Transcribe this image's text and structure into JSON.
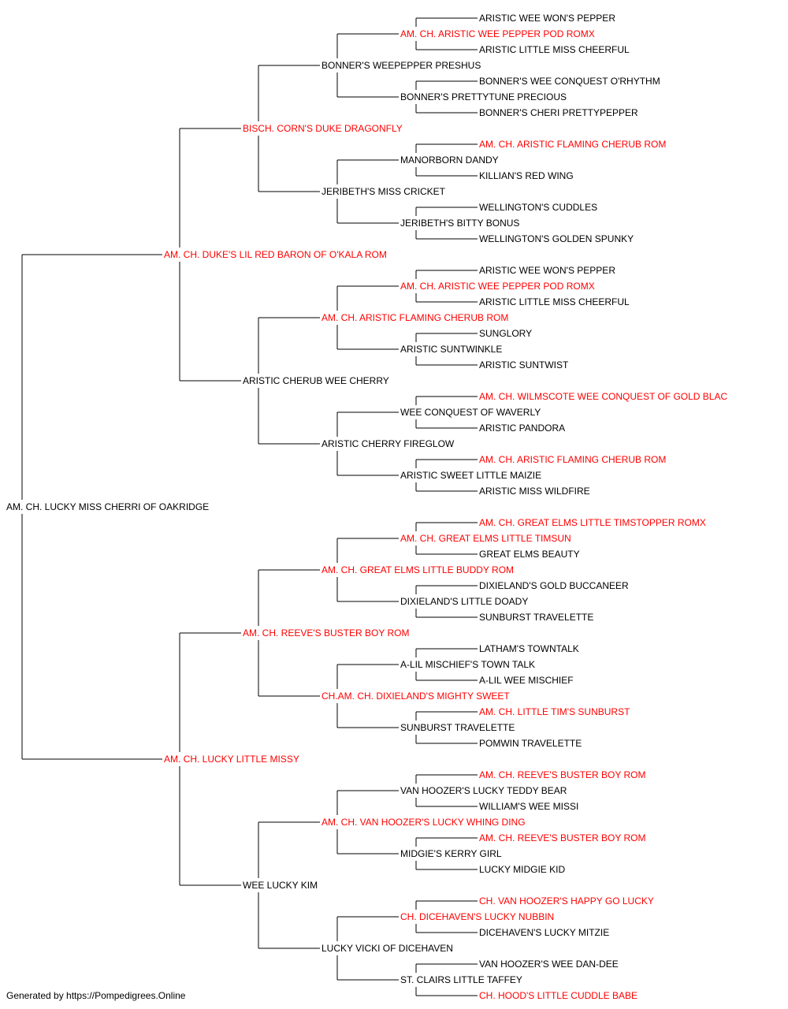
{
  "colors": {
    "champion": "#ff0000",
    "normal": "#000000",
    "line": "#000000"
  },
  "footer": "Generated by https://Pompedigrees.Online",
  "pedigree": {
    "name": "AM. CH. LUCKY MISS CHERRI OF OAKRIDGE",
    "champion": false,
    "sire": {
      "name": "AM. CH. DUKE'S LIL RED BARON OF O'KALA ROM",
      "champion": true,
      "sire": {
        "name": "BISCH. CORN'S DUKE DRAGONFLY",
        "champion": true,
        "sire": {
          "name": "BONNER'S WEEPEPPER PRESHUS",
          "champion": false,
          "sire": {
            "name": "AM. CH. ARISTIC WEE PEPPER POD ROMX",
            "champion": true,
            "sire": {
              "name": "ARISTIC WEE WON'S PEPPER",
              "champion": false
            },
            "dam": {
              "name": "ARISTIC LITTLE MISS CHEERFUL",
              "champion": false
            }
          },
          "dam": {
            "name": "BONNER'S PRETTYTUNE PRECIOUS",
            "champion": false,
            "sire": {
              "name": "BONNER'S WEE CONQUEST O'RHYTHM",
              "champion": false
            },
            "dam": {
              "name": "BONNER'S CHERI PRETTYPEPPER",
              "champion": false
            }
          }
        },
        "dam": {
          "name": "JERIBETH'S MISS CRICKET",
          "champion": false,
          "sire": {
            "name": "MANORBORN DANDY",
            "champion": false,
            "sire": {
              "name": "AM. CH. ARISTIC FLAMING CHERUB ROM",
              "champion": true
            },
            "dam": {
              "name": "KILLIAN'S RED WING",
              "champion": false
            }
          },
          "dam": {
            "name": "JERIBETH'S BITTY BONUS",
            "champion": false,
            "sire": {
              "name": "WELLINGTON'S CUDDLES",
              "champion": false
            },
            "dam": {
              "name": "WELLINGTON'S GOLDEN SPUNKY",
              "champion": false
            }
          }
        }
      },
      "dam": {
        "name": "ARISTIC CHERUB WEE CHERRY",
        "champion": false,
        "sire": {
          "name": "AM. CH. ARISTIC FLAMING CHERUB ROM",
          "champion": true,
          "sire": {
            "name": "AM. CH. ARISTIC WEE PEPPER POD ROMX",
            "champion": true,
            "sire": {
              "name": "ARISTIC WEE WON'S PEPPER",
              "champion": false
            },
            "dam": {
              "name": "ARISTIC LITTLE MISS CHEERFUL",
              "champion": false
            }
          },
          "dam": {
            "name": "ARISTIC SUNTWINKLE",
            "champion": false,
            "sire": {
              "name": "SUNGLORY",
              "champion": false
            },
            "dam": {
              "name": "ARISTIC SUNTWIST",
              "champion": false
            }
          }
        },
        "dam": {
          "name": "ARISTIC CHERRY FIREGLOW",
          "champion": false,
          "sire": {
            "name": "WEE CONQUEST OF WAVERLY",
            "champion": false,
            "sire": {
              "name": "AM. CH. WILMSCOTE WEE CONQUEST OF GOLD BLAC",
              "champion": true
            },
            "dam": {
              "name": "ARISTIC PANDORA",
              "champion": false
            }
          },
          "dam": {
            "name": "ARISTIC SWEET LITTLE MAIZIE",
            "champion": false,
            "sire": {
              "name": "AM. CH. ARISTIC FLAMING CHERUB ROM",
              "champion": true
            },
            "dam": {
              "name": "ARISTIC MISS WILDFIRE",
              "champion": false
            }
          }
        }
      }
    },
    "dam": {
      "name": "AM. CH. LUCKY LITTLE MISSY",
      "champion": true,
      "sire": {
        "name": "AM. CH. REEVE'S BUSTER BOY ROM",
        "champion": true,
        "sire": {
          "name": "AM. CH. GREAT ELMS LITTLE BUDDY ROM",
          "champion": true,
          "sire": {
            "name": "AM. CH. GREAT ELMS LITTLE TIMSUN",
            "champion": true,
            "sire": {
              "name": "AM. CH. GREAT ELMS LITTLE TIMSTOPPER ROMX",
              "champion": true
            },
            "dam": {
              "name": "GREAT ELMS BEAUTY",
              "champion": false
            }
          },
          "dam": {
            "name": "DIXIELAND'S LITTLE DOADY",
            "champion": false,
            "sire": {
              "name": "DIXIELAND'S GOLD BUCCANEER",
              "champion": false
            },
            "dam": {
              "name": "SUNBURST TRAVELETTE",
              "champion": false
            }
          }
        },
        "dam": {
          "name": "CH.AM. CH. DIXIELAND'S MIGHTY SWEET",
          "champion": true,
          "sire": {
            "name": "A-LIL MISCHIEF'S TOWN TALK",
            "champion": false,
            "sire": {
              "name": "LATHAM'S TOWNTALK",
              "champion": false
            },
            "dam": {
              "name": "A-LIL WEE MISCHIEF",
              "champion": false
            }
          },
          "dam": {
            "name": "SUNBURST TRAVELETTE",
            "champion": false,
            "sire": {
              "name": "AM. CH. LITTLE TIM'S SUNBURST",
              "champion": true
            },
            "dam": {
              "name": "POMWIN TRAVELETTE",
              "champion": false
            }
          }
        }
      },
      "dam": {
        "name": "WEE LUCKY KIM",
        "champion": false,
        "sire": {
          "name": "AM. CH. VAN HOOZER'S LUCKY WHING DING",
          "champion": true,
          "sire": {
            "name": "VAN HOOZER'S LUCKY TEDDY BEAR",
            "champion": false,
            "sire": {
              "name": "AM. CH. REEVE'S BUSTER BOY ROM",
              "champion": true
            },
            "dam": {
              "name": "WILLIAM'S WEE MISSI",
              "champion": false
            }
          },
          "dam": {
            "name": "MIDGIE'S KERRY GIRL",
            "champion": false,
            "sire": {
              "name": "AM. CH. REEVE'S BUSTER BOY ROM",
              "champion": true
            },
            "dam": {
              "name": "LUCKY MIDGIE KID",
              "champion": false
            }
          }
        },
        "dam": {
          "name": "LUCKY VICKI OF DICEHAVEN",
          "champion": false,
          "sire": {
            "name": "CH. DICEHAVEN'S LUCKY NUBBIN",
            "champion": true,
            "sire": {
              "name": "CH. VAN HOOZER'S HAPPY GO LUCKY",
              "champion": true
            },
            "dam": {
              "name": "DICEHAVEN'S LUCKY MITZIE",
              "champion": false
            }
          },
          "dam": {
            "name": "ST. CLAIRS LITTLE TAFFEY",
            "champion": false,
            "sire": {
              "name": "VAN HOOZER'S WEE DAN-DEE",
              "champion": false
            },
            "dam": {
              "name": "CH. HOOD'S LITTLE CUDDLE BABE",
              "champion": true
            }
          }
        }
      }
    }
  }
}
